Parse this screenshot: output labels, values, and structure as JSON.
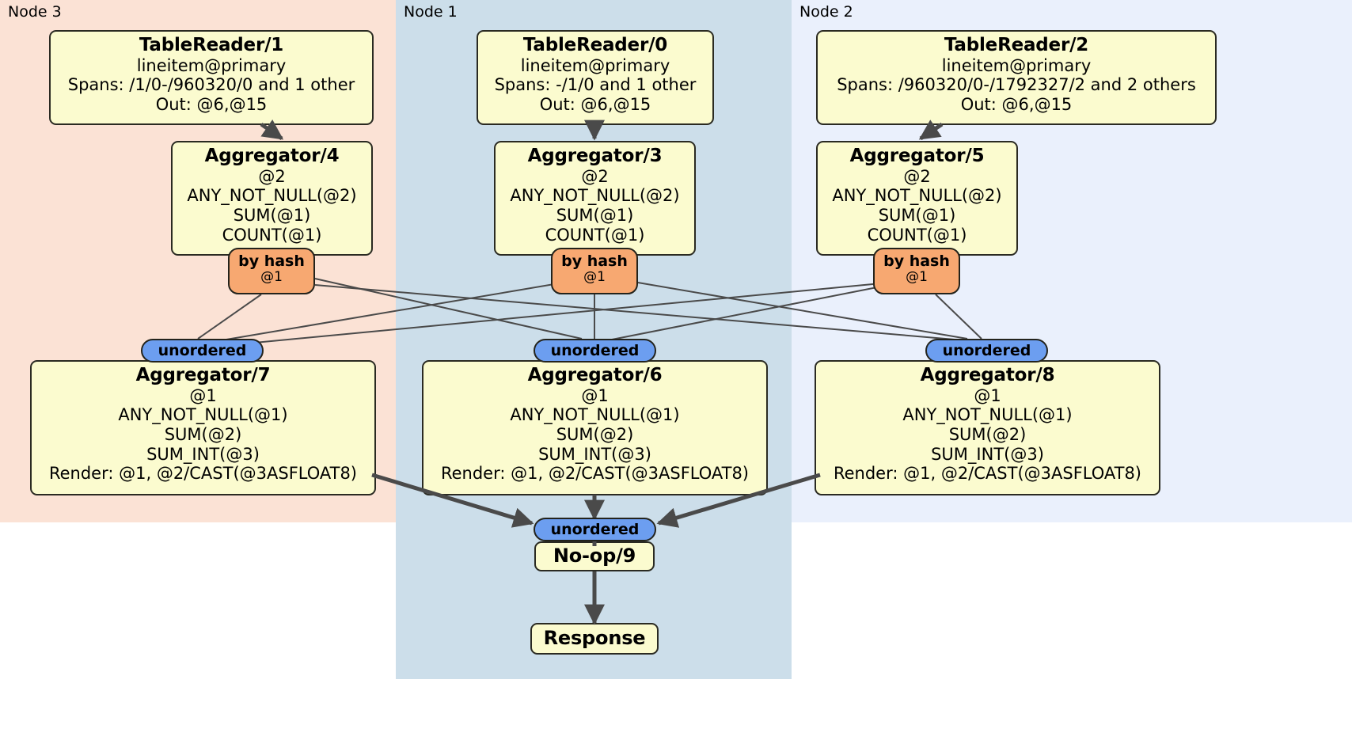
{
  "diagram": {
    "type": "distsql-physical-plan",
    "nodes": [
      {
        "id": "node3",
        "label": "Node 3",
        "bg": "#fbe2d5",
        "processors": [
          "TableReader/1",
          "Aggregator/4",
          "Aggregator/7"
        ]
      },
      {
        "id": "node1",
        "label": "Node 1",
        "bg": "#ccdeea",
        "processors": [
          "TableReader/0",
          "Aggregator/3",
          "Aggregator/6",
          "No-op/9",
          "Response"
        ]
      },
      {
        "id": "node2",
        "label": "Node 2",
        "bg": "#eaf0fc",
        "processors": [
          "TableReader/2",
          "Aggregator/5",
          "Aggregator/8"
        ]
      }
    ]
  },
  "boxes": {
    "table_reader_1": {
      "title": "TableReader/1",
      "line1": "lineitem@primary",
      "line2": "Spans: /1/0-/960320/0 and 1 other",
      "line3": "Out: @6,@15"
    },
    "table_reader_0": {
      "title": "TableReader/0",
      "line1": "lineitem@primary",
      "line2": "Spans: -/1/0 and 1 other",
      "line3": "Out: @6,@15"
    },
    "table_reader_2": {
      "title": "TableReader/2",
      "line1": "lineitem@primary",
      "line2": "Spans: /960320/0-/1792327/2 and 2 others",
      "line3": "Out: @6,@15"
    },
    "aggregator_4": {
      "title": "Aggregator/4",
      "line1": "@2",
      "line2": "ANY_NOT_NULL(@2)",
      "line3": "SUM(@1)",
      "line4": "COUNT(@1)"
    },
    "aggregator_3": {
      "title": "Aggregator/3",
      "line1": "@2",
      "line2": "ANY_NOT_NULL(@2)",
      "line3": "SUM(@1)",
      "line4": "COUNT(@1)"
    },
    "aggregator_5": {
      "title": "Aggregator/5",
      "line1": "@2",
      "line2": "ANY_NOT_NULL(@2)",
      "line3": "SUM(@1)",
      "line4": "COUNT(@1)"
    },
    "aggregator_7": {
      "title": "Aggregator/7",
      "line1": "@1",
      "line2": "ANY_NOT_NULL(@1)",
      "line3": "SUM(@2)",
      "line4": "SUM_INT(@3)",
      "line5": "Render: @1, @2/CAST(@3ASFLOAT8)"
    },
    "aggregator_6": {
      "title": "Aggregator/6",
      "line1": "@1",
      "line2": "ANY_NOT_NULL(@1)",
      "line3": "SUM(@2)",
      "line4": "SUM_INT(@3)",
      "line5": "Render: @1, @2/CAST(@3ASFLOAT8)"
    },
    "aggregator_8": {
      "title": "Aggregator/8",
      "line1": "@1",
      "line2": "ANY_NOT_NULL(@1)",
      "line3": "SUM(@2)",
      "line4": "SUM_INT(@3)",
      "line5": "Render: @1, @2/CAST(@3ASFLOAT8)"
    },
    "noop_9": {
      "title": "No-op/9"
    },
    "response": {
      "title": "Response"
    }
  },
  "pills": {
    "hash_left": {
      "kind": "by hash",
      "column": "@1"
    },
    "hash_mid": {
      "kind": "by hash",
      "column": "@1"
    },
    "hash_right": {
      "kind": "by hash",
      "column": "@1"
    },
    "unordered_left": {
      "label": "unordered"
    },
    "unordered_mid": {
      "label": "unordered"
    },
    "unordered_right": {
      "label": "unordered"
    },
    "unordered_final": {
      "label": "unordered"
    }
  },
  "colors": {
    "node3_bg": "#fbe2d5",
    "node1_bg": "#ccdeea",
    "node2_bg": "#eaf0fc",
    "box_fill": "#fbfbcf",
    "box_stroke": "#2a2a22",
    "hash_pill": "#f7a871",
    "unordered_pill": "#6c9ef0",
    "edge": "#4a4a4a"
  }
}
